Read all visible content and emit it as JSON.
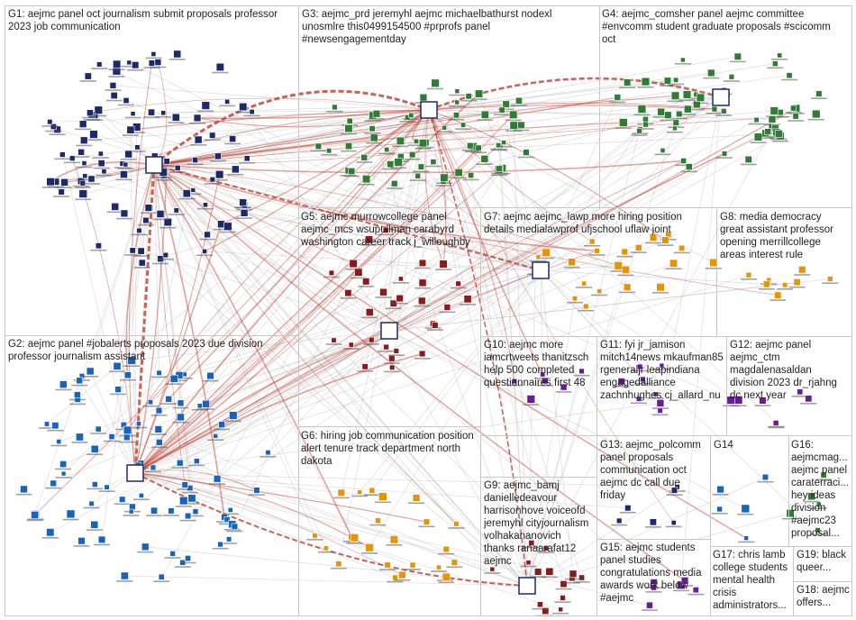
{
  "colors": {
    "edge_red": "#c0392b",
    "edge_gray": "#b9b9b9",
    "node_navy": "#1c2a6b",
    "node_green": "#2e7d32",
    "node_maroon": "#8b1a1a",
    "node_blue": "#1565c0",
    "node_orange": "#e69500",
    "node_purple": "#6a1b9a",
    "group_border": "#c8c8c8"
  },
  "groups": [
    {
      "id": "G1",
      "label": "G1: aejmc panel oct journalism submit proposals professor\n2023 job communication"
    },
    {
      "id": "G3",
      "label": "G3: aejmc_prd jeremyhl aejmc michaelbathurst nodexl\nunosmlre this0499154500 #prprofs panel\n#newsengagementday"
    },
    {
      "id": "G4",
      "label": "G4: aejmc_comsher panel aejmc committee\n#envcomm student graduate proposals #scicomm\noct"
    },
    {
      "id": "G5",
      "label": "G5: aejmc murrowcollege panel\naejmc_mcs wsupullman carabyrd\nwashington career track j_willoughby"
    },
    {
      "id": "G7",
      "label": "G7: aejmc aejmc_lawp more hiring position\ndetails medialawprof ufjschool uflaw joint"
    },
    {
      "id": "G8",
      "label": "G8: media democracy\ngreat assistant professor\nopening merrillcollege\nareas interest rule"
    },
    {
      "id": "G2",
      "label": "G2: aejmc panel #jobalerts proposals 2023 due division\nprofessor journalism assistant"
    },
    {
      "id": "G10",
      "label": "G10: aejmc more\niamcrtweets thanitzsch\nhelp 500 completed\nquestionnaires first 48"
    },
    {
      "id": "G11",
      "label": "G11: fyi jr_jamison\nmitch14news mkaufman85\nrgeneraljr leapindiana\nengagedalliance\nzachnhughes cj_allard_nu"
    },
    {
      "id": "G12",
      "label": "G12: aejmc panel\naejmc_ctm\nmagdalenasaldan\ndivision 2023 dr_rjahng\ndc next year"
    },
    {
      "id": "G6",
      "label": "G6: hiring job communication position\nalert tenure track department north\ndakota"
    },
    {
      "id": "G13",
      "label": "G13: aejmc_polcomm\npanel proposals\ncommunication oct\naejmc dc call due\nfriday"
    },
    {
      "id": "G14",
      "label": "G14"
    },
    {
      "id": "G16",
      "label": "G16:\naejmcmag...\naejmc panel\ncaraterraci...\nhey ideas\ndivision\n#aejmc23\nproposal..."
    },
    {
      "id": "G9",
      "label": "G9: aejmc_bamj\ndanielledeavour\nharrisonhove voiceofd\njeremyhl cityjournalism\nvolhakananovich\nthanks ranaarafat12\naejmc"
    },
    {
      "id": "G15",
      "label": "G15: aejmc students\npanel studies\ncongratulations media\nawards work below\n#aejmc"
    },
    {
      "id": "G17",
      "label": "G17: chris lamb\ncollege students\nmental health\ncrisis\nadministrators..."
    },
    {
      "id": "G19",
      "label": "G19: black\nqueer..."
    },
    {
      "id": "G18",
      "label": "G18: aejmc\noffers..."
    }
  ]
}
